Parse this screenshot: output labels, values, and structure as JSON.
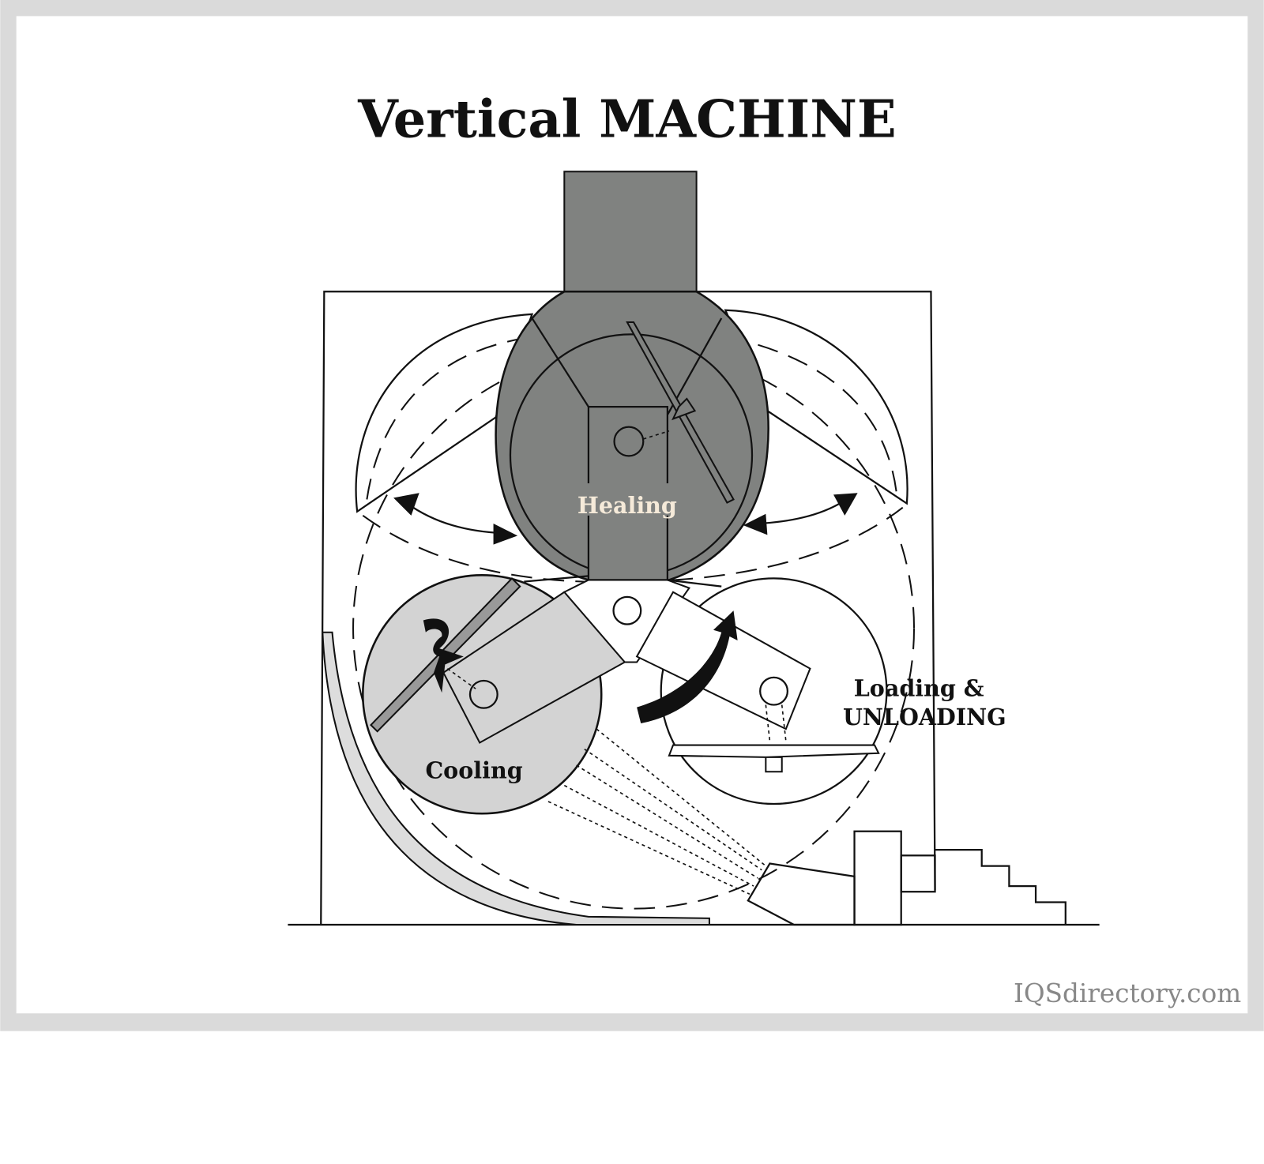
{
  "title": "Vertical MACHINE",
  "labels": {
    "heating": "Healing",
    "cooling": "Cooling",
    "loading_line1": "Loading &",
    "loading_line2": "UNLOADING"
  },
  "watermark": "IQSdirectory.com",
  "colors": {
    "frame": "#dadada",
    "heating_fill": "#808280",
    "cooling_fill": "#d3d3d3",
    "heating_text": "#f5ead9",
    "watermark": "#888888"
  }
}
